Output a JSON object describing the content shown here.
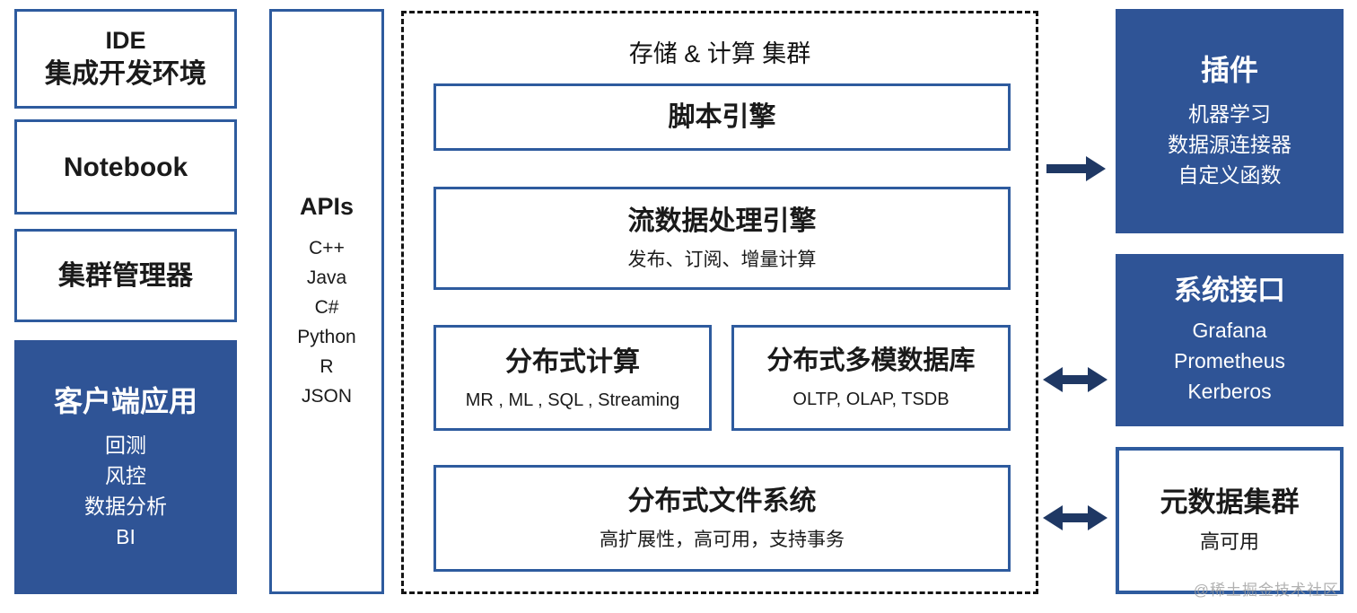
{
  "left": {
    "ide": {
      "line1": "IDE",
      "line2": "集成开发环境"
    },
    "notebook": {
      "label": "Notebook"
    },
    "cluster_manager": {
      "label": "集群管理器"
    },
    "client_app": {
      "title": "客户端应用",
      "items": [
        "回测",
        "风控",
        "数据分析",
        "BI"
      ]
    }
  },
  "apis": {
    "title": "APIs",
    "items": [
      "C++",
      "Java",
      "C#",
      "Python",
      "R",
      "JSON"
    ]
  },
  "storage_compute_cluster": {
    "title": "存储 & 计算 集群",
    "script_engine": {
      "title": "脚本引擎"
    },
    "stream_engine": {
      "title": "流数据处理引擎",
      "subtitle": "发布、订阅、增量计算"
    },
    "distributed_compute": {
      "title": "分布式计算",
      "subtitle": "MR , ML , SQL , Streaming"
    },
    "multimodel_db": {
      "title": "分布式多模数据库",
      "subtitle": "OLTP, OLAP, TSDB"
    },
    "file_system": {
      "title": "分布式文件系统",
      "subtitle": "高扩展性，高可用，支持事务"
    }
  },
  "right": {
    "plugins": {
      "title": "插件",
      "items": [
        "机器学习",
        "数据源连接器",
        "自定义函数"
      ]
    },
    "system_interfaces": {
      "title": "系统接口",
      "items": [
        "Grafana",
        "Prometheus",
        "Kerberos"
      ]
    },
    "metadata_cluster": {
      "title": "元数据集群",
      "subtitle": "高可用"
    }
  },
  "icons": {
    "arrow_to_plugins": "arrow-right",
    "arrow_system_interfaces": "arrow-left-right",
    "arrow_metadata": "arrow-left-right"
  },
  "colors": {
    "fill_blue": "#2f5496",
    "border_blue": "#2e5b9e",
    "arrow_navy": "#1f3864",
    "dashed_border": "#141414",
    "watermark_gray": "#9c9c9c"
  },
  "watermark": "@稀土掘金技术社区"
}
